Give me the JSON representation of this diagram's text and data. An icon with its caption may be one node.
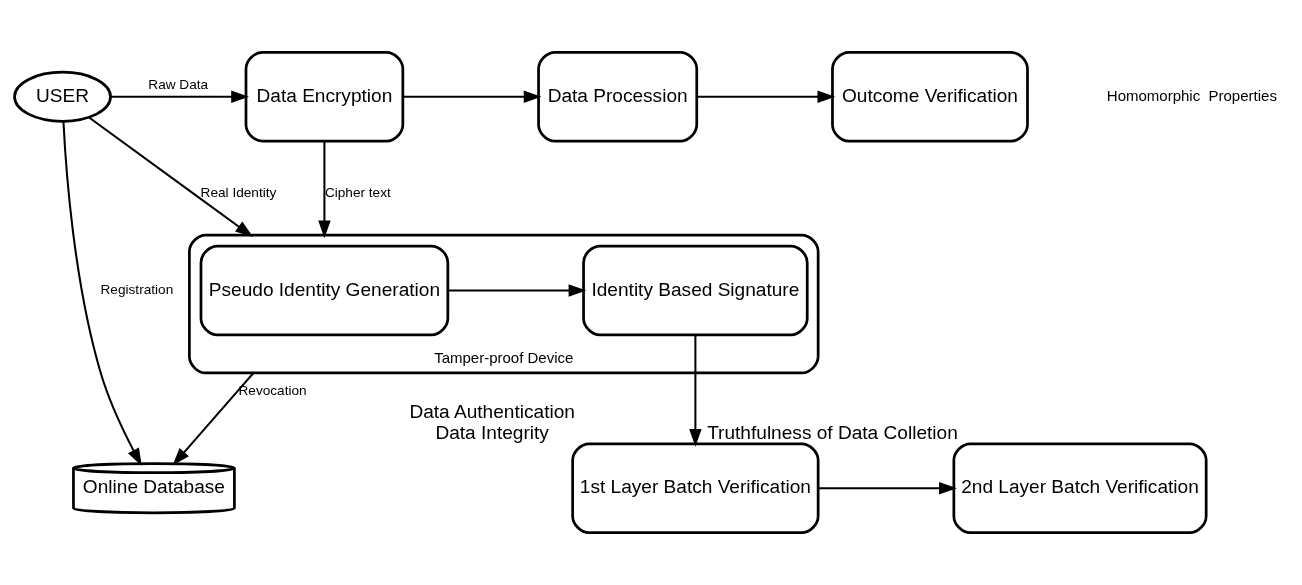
{
  "diagram": {
    "nodes": [
      {
        "text": [
          "USER"
        ]
      },
      {
        "text": [
          "Data Encryption"
        ]
      },
      {
        "text": [
          "Data Procession"
        ]
      },
      {
        "text": [
          "Outcome Verification"
        ]
      },
      {
        "text": [
          "Online Database"
        ]
      },
      {
        "text": [
          "Tamper-proof Device"
        ]
      },
      {
        "text": [
          "Pseudo Identity Generation"
        ],
        "in": 5
      },
      {
        "text": [
          "Identity Based Signature"
        ],
        "in": 5
      },
      {
        "text": [
          "1st Layer Batch Verification"
        ],
        "beside": [
          "Data Authentication",
          "Data Integrity"
        ]
      },
      {
        "text": [
          "2nd Layer Batch Verification"
        ],
        "beside": [
          "Truthfulness of Data Colletion"
        ]
      }
    ],
    "edges": [
      {
        "from": 0,
        "to": 1,
        "arrow": "to",
        "label": "Raw Data"
      },
      {
        "from": 1,
        "to": 2,
        "arrow": "to"
      },
      {
        "from": 2,
        "to": 3,
        "arrow": "to"
      },
      {
        "from": 0,
        "to": 4,
        "arrow": "to",
        "label": "Registration"
      },
      {
        "from": 0,
        "to": 5,
        "arrow": "to",
        "label": "Real Identity"
      },
      {
        "from": 1,
        "to": 5,
        "arrow": "to",
        "label": "Cipher text"
      },
      {
        "from": 5,
        "to": 4,
        "arrow": "to",
        "label": "Revocation"
      },
      {
        "from": 6,
        "to": 7,
        "arrow": "to"
      },
      {
        "from": 7,
        "to": 8,
        "arrow": "to"
      },
      {
        "from": 8,
        "to": 9,
        "arrow": "to"
      }
    ],
    "labels": [
      "Homomorphic  Properties"
    ]
  }
}
